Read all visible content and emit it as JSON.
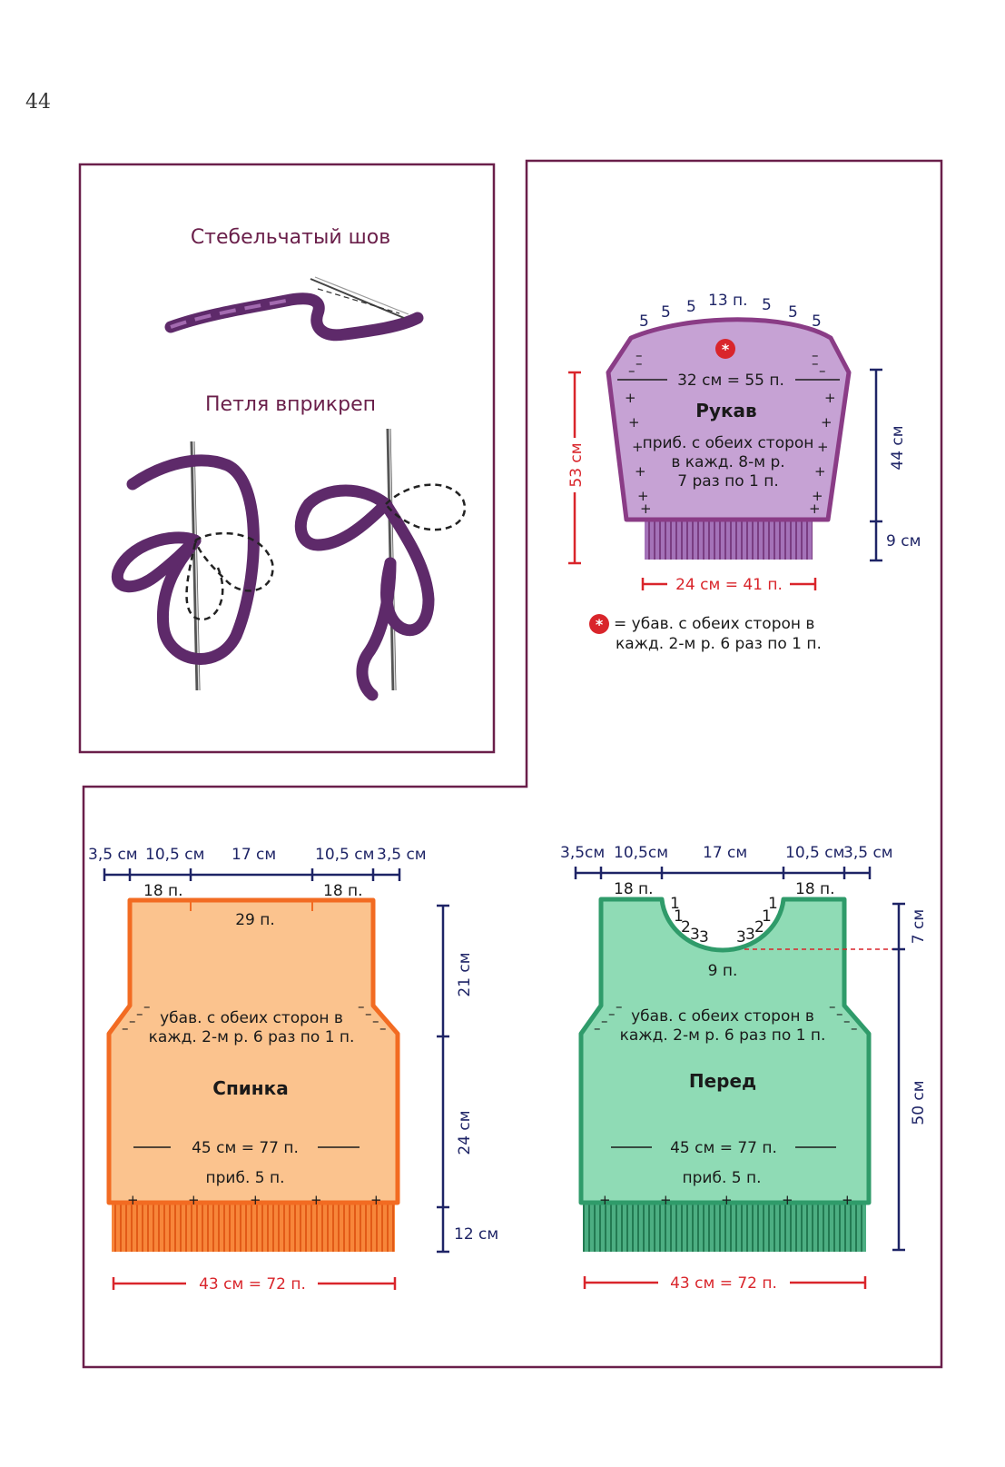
{
  "page_number": "44",
  "stitches": {
    "stem_stitch_title": "Стебельчатый шов",
    "lazy_daisy_title": "Петля вприкреп"
  },
  "sleeve": {
    "name": "Рукав",
    "top_counts": [
      "5",
      "5",
      "5",
      "13 п.",
      "5",
      "5",
      "5"
    ],
    "width": "32 см = 55 п.",
    "note_line1": "приб. с обеих сторон",
    "note_line2": "в кажд. 8-м р.",
    "note_line3": "7 раз по 1 п.",
    "total_height": "53 см",
    "body_height": "44 см",
    "cuff_height": "9 см",
    "cuff_width": "24 см = 41 п.",
    "legend_symbol": "*",
    "legend_line1": "= убав. с обеих сторон в",
    "legend_line2": "кажд. 2-м р. 6 раз по 1 п."
  },
  "back": {
    "name": "Спинка",
    "top_dims": [
      "3,5 см",
      "10,5 см",
      "17 см",
      "10,5 см",
      "3,5 см"
    ],
    "shoulder_left": "18 п.",
    "shoulder_right": "18 п.",
    "neck": "29 п.",
    "armhole_line1": "убав. с обеих сторон в",
    "armhole_line2": "кажд. 2-м р. 6 раз по 1 п.",
    "width": "45 см = 77 п.",
    "increase": "приб. 5 п.",
    "armhole_height": "21 см",
    "body_height": "24 см",
    "rib_height": "12 см",
    "rib_width": "43 см = 72 п."
  },
  "front": {
    "name": "Перед",
    "top_dims": [
      "3,5см",
      "10,5см",
      "17 см",
      "10,5 см",
      "3,5 см"
    ],
    "shoulder_left": "18 п.",
    "shoulder_right": "18 п.",
    "neck_left": [
      "1",
      "1",
      "2",
      "3",
      "3"
    ],
    "neck_right": [
      "3",
      "3",
      "2",
      "1",
      "1"
    ],
    "neck_center": "9 п.",
    "armhole_line1": "убав. с обеих сторон в",
    "armhole_line2": "кажд. 2-м р. 6 раз по 1 п.",
    "width": "45 см = 77 п.",
    "increase": "приб. 5 п.",
    "neck_depth": "7 см",
    "total_height": "50 см",
    "rib_width": "43 см = 72 п."
  },
  "colors": {
    "frame": "#6a1f4a",
    "yarn": "#7a3d82",
    "sleeve_fill": "#c6a2d4",
    "sleeve_edge": "#8a3c86",
    "back_fill": "#fbc38e",
    "back_edge": "#f26b22",
    "front_fill": "#8fdbb5",
    "front_edge": "#2f9b6a",
    "dim_navy": "#1e2466",
    "dim_red": "#d9252b"
  }
}
